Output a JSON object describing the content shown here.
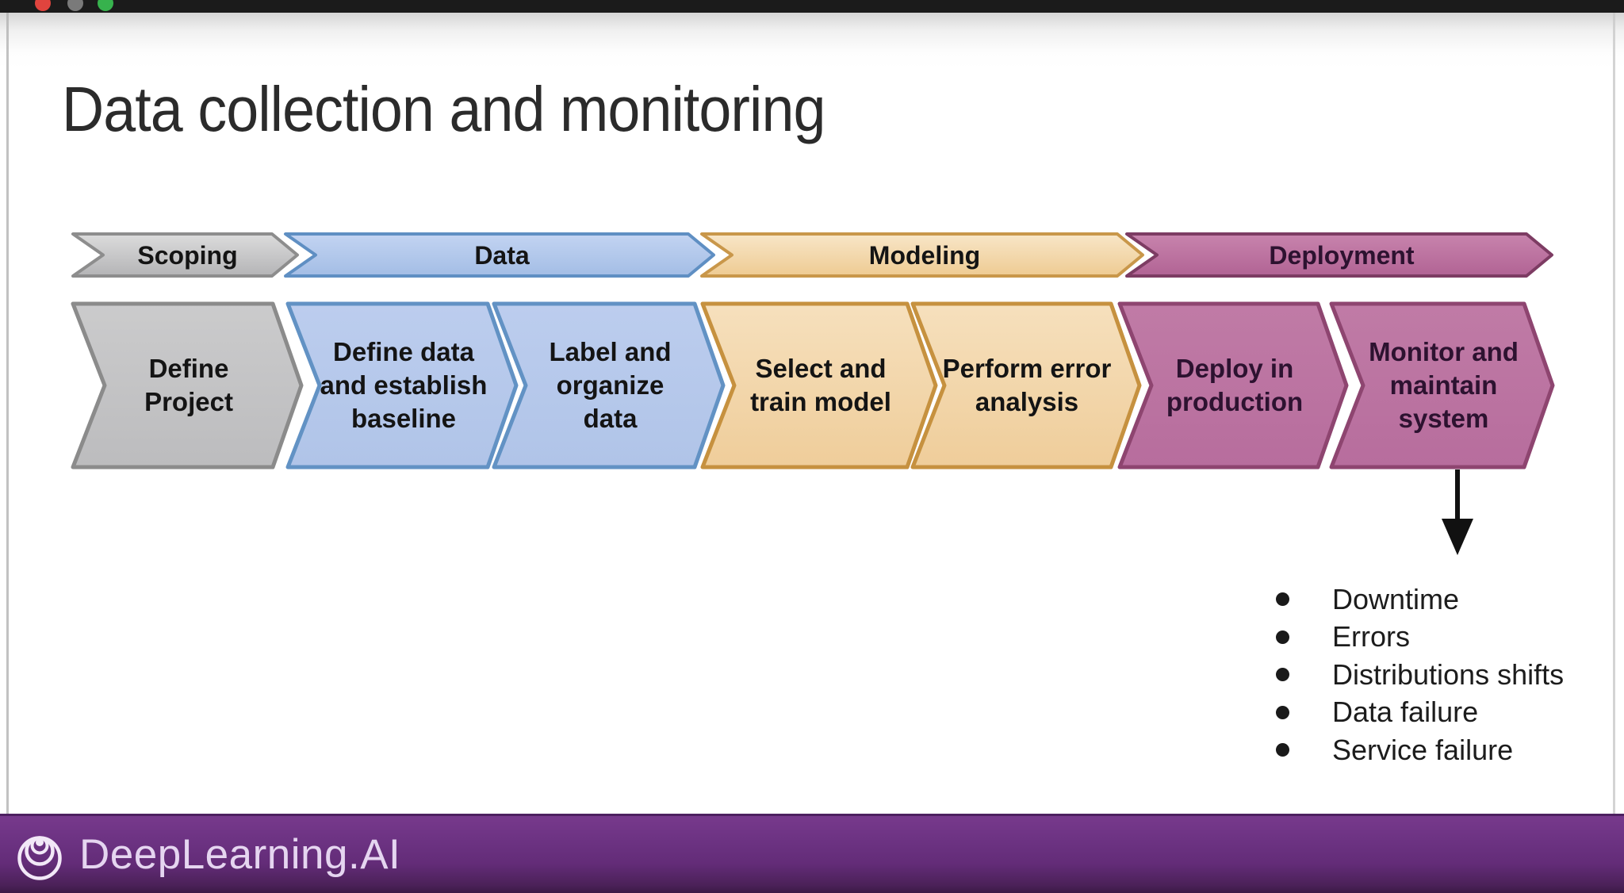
{
  "window": {
    "controls": [
      {
        "name": "close",
        "color": "#e0443e"
      },
      {
        "name": "minimize",
        "color": "#7a7a7a"
      },
      {
        "name": "maximize",
        "color": "#37b24d"
      }
    ]
  },
  "slide": {
    "title": "Data collection and monitoring",
    "stages": [
      {
        "id": "scoping",
        "label": "Scoping",
        "fill": "#c6c6c7",
        "border": "#8d8d8d"
      },
      {
        "id": "data",
        "label": "Data",
        "fill": "#b5c9ec",
        "border": "#5f8fc3"
      },
      {
        "id": "modeling",
        "label": "Modeling",
        "fill": "#f3d6a8",
        "border": "#c9974a"
      },
      {
        "id": "deployment",
        "label": "Deployment",
        "fill": "#bc74a1",
        "border": "#8a3f68"
      }
    ],
    "steps": [
      {
        "id": "define-project",
        "stage": "scoping",
        "label": "Define\nProject"
      },
      {
        "id": "define-data-baseline",
        "stage": "data",
        "label": "Define data\nand establish\nbaseline"
      },
      {
        "id": "label-organize-data",
        "stage": "data",
        "label": "Label and\norganize\ndata"
      },
      {
        "id": "select-train-model",
        "stage": "modeling",
        "label": "Select and\ntrain model"
      },
      {
        "id": "perform-error-analysis",
        "stage": "modeling",
        "label": "Perform error\nanalysis"
      },
      {
        "id": "deploy-in-production",
        "stage": "deployment",
        "label": "Deploy in\nproduction"
      },
      {
        "id": "monitor-maintain-system",
        "stage": "deployment",
        "label": "Monitor and\nmaintain\nsystem"
      }
    ],
    "monitoring_list": [
      "Downtime",
      "Errors",
      "Distributions shifts",
      "Data failure",
      "Service failure"
    ]
  },
  "footer": {
    "brand": "DeepLearning.AI",
    "background": "#6b3181"
  }
}
